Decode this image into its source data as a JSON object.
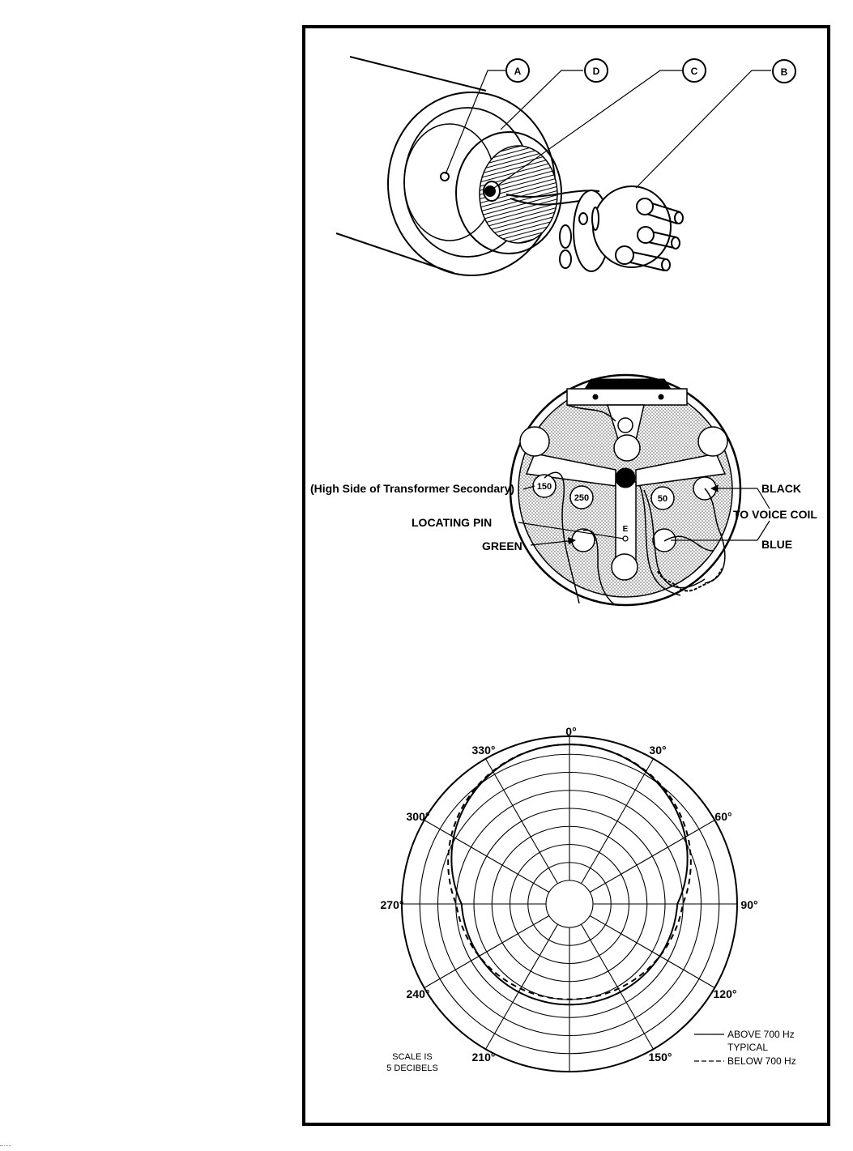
{
  "diagram1": {
    "callouts": [
      "A",
      "D",
      "C",
      "B"
    ]
  },
  "diagram2": {
    "high_side": "(High Side of Transformer Secondary)",
    "locating_pin": "LOCATING PIN",
    "green": "GREEN",
    "black": "BLACK",
    "to_voice_coil": "TO VOICE COIL",
    "blue": "BLUE",
    "tap_150": "150",
    "tap_250": "250",
    "tap_50": "50",
    "pin_e": "E"
  },
  "polar": {
    "angles": [
      "0°",
      "30°",
      "60°",
      "90°",
      "120°",
      "150°",
      "210°",
      "240°",
      "270°",
      "300°",
      "330°"
    ],
    "scale_line1": "SCALE IS",
    "scale_line2": "5 DECIBELS",
    "legend_above": "ABOVE 700 Hz",
    "legend_typical": "TYPICAL",
    "legend_below": "BELOW 700 Hz"
  }
}
